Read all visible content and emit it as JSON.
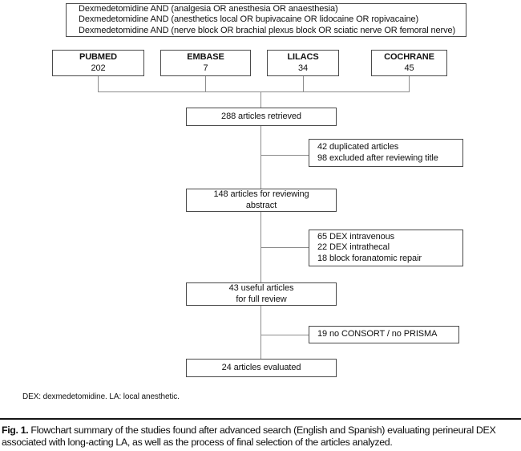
{
  "colors": {
    "background": "#ffffff",
    "box_border": "#4a4a4a",
    "connector": "#8c8c8c",
    "text": "#111111"
  },
  "search_box": {
    "lines": [
      "Dexmedetomidine AND (analgesia OR anesthesia OR anaesthesia)",
      "Dexmedetomidine AND (anesthetics local OR bupivacaine OR lidocaine OR ropivacaine)",
      "Dexmedetomidine AND (nerve block OR brachial plexus block OR sciatic nerve OR femoral nerve)"
    ]
  },
  "databases": [
    {
      "name": "PUBMED",
      "count": "202"
    },
    {
      "name": "EMBASE",
      "count": "7"
    },
    {
      "name": "LILACS",
      "count": "34"
    },
    {
      "name": "COCHRANE",
      "count": "45"
    }
  ],
  "flow": {
    "retrieved": "288 articles retrieved",
    "excluded_title": {
      "lines": [
        "42 duplicated articles",
        "98 excluded after reviewing title"
      ]
    },
    "abstract_review": {
      "lines": [
        "148 articles for reviewing",
        "abstract"
      ]
    },
    "excluded_abstract": {
      "lines": [
        "65 DEX intravenous",
        "22 DEX intrathecal",
        "18 block foranatomic repair"
      ]
    },
    "full_review": {
      "lines": [
        "43 useful articles",
        "for full review"
      ]
    },
    "excluded_full": {
      "lines": [
        "19 no CONSORT / no PRISMA"
      ]
    },
    "evaluated": "24 articles evaluated"
  },
  "footnote": "DEX: dexmedetomidine. LA: local anesthetic.",
  "caption": {
    "label": "Fig. 1.",
    "line1": "Flowchart summary of the studies found after advanced search (English and Spanish) evaluating perineural DEX",
    "line2": "associated with long-acting LA, as well as the process of final selection of the articles analyzed."
  }
}
